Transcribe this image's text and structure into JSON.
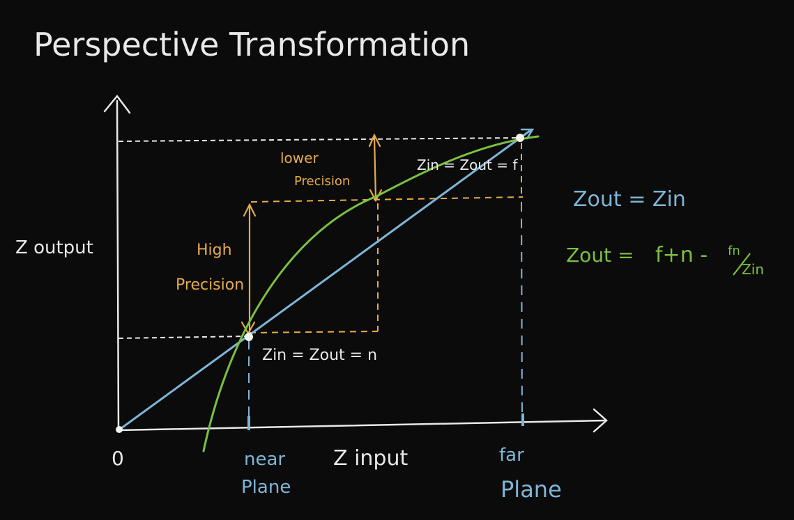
{
  "title": "Perspective Transformation",
  "axes": {
    "y_label": "Z output",
    "x_label": "Z input",
    "origin_label": "0",
    "near_label_line1": "near",
    "near_label_line2": "Plane",
    "far_label_line1": "far",
    "far_label_line2": "Plane"
  },
  "annotations": {
    "high_line1": "High",
    "high_line2": "Precision",
    "lower_line1": "lower",
    "lower_line2": "Precision",
    "near_point": "Zin = Zout = n",
    "far_point": "Zin = Zout = f"
  },
  "equations": {
    "linear": "Zout = Zin",
    "perspective_lhs": "Zout =",
    "perspective_rhs": "f+n -",
    "perspective_frac_num": "fn",
    "perspective_frac_den": "Zin"
  },
  "colors": {
    "background": "#0b0b0b",
    "white": "#e9e9e9",
    "blue": "#7fb6d8",
    "green": "#7bc042",
    "orange": "#e6ab4c"
  }
}
